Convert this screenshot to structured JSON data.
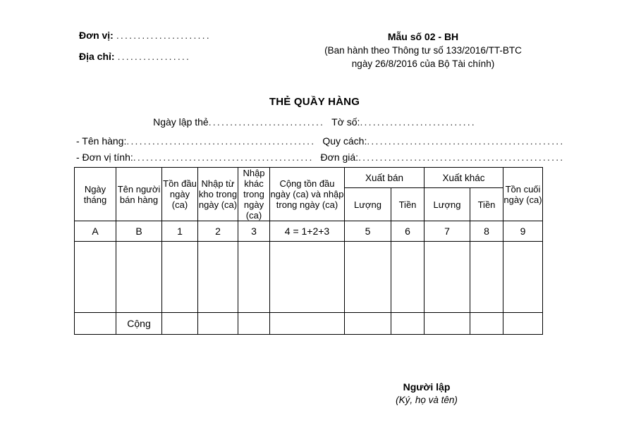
{
  "header": {
    "unit_label": "Đơn vị:",
    "unit_dots": "......................",
    "address_label": "Địa chỉ:",
    "address_dots": ".................",
    "form_code": "Mẫu số 02 - BH",
    "form_issue_line1": "(Ban hành theo Thông tư số 133/2016/TT-BTC",
    "form_issue_line2": "ngày 26/8/2016 của Bộ Tài chính)"
  },
  "title": {
    "main": "THẺ QUẦY HÀNG",
    "date_label": "Ngày lập thẻ",
    "date_dots": "...........................",
    "sheet_label": "Tờ số:",
    "sheet_dots": "...........................",
    "goods_label": "- Tên hàng:",
    "goods_dots": "............................................",
    "spec_label": "Quy cách:",
    "spec_dots": "..............................................",
    "unit_label": "- Đơn vị tính:",
    "unit_dots": "..........................................",
    "price_label": "Đơn giá:",
    "price_dots": "................................................"
  },
  "table": {
    "group_headers": {
      "sale_out": "Xuất bán",
      "other_out": "Xuất khác"
    },
    "columns": [
      {
        "key": "date",
        "label": "Ngày tháng",
        "ref": "A"
      },
      {
        "key": "seller",
        "label": "Tên người bán hàng",
        "ref": "B"
      },
      {
        "key": "open",
        "label": "Tồn đầu ngày (ca)",
        "ref": "1"
      },
      {
        "key": "in_wh",
        "label": "Nhập từ kho trong ngày (ca)",
        "ref": "2"
      },
      {
        "key": "in_other",
        "label": "Nhập khác trong ngày (ca)",
        "ref": "3"
      },
      {
        "key": "sum",
        "label": "Cộng tồn đầu ngày (ca) và nhập trong ngày (ca)",
        "ref": "4 = 1+2+3"
      },
      {
        "key": "sale_qty",
        "label": "Lượng",
        "ref": "5"
      },
      {
        "key": "sale_money",
        "label": "Tiền",
        "ref": "6"
      },
      {
        "key": "other_qty",
        "label": "Lượng",
        "ref": "7"
      },
      {
        "key": "other_money",
        "label": "Tiền",
        "ref": "8"
      },
      {
        "key": "close",
        "label": "Tồn cuối ngày (ca)",
        "ref": "9"
      }
    ],
    "body_rows": [
      [
        "",
        "",
        "",
        "",
        "",
        "",
        "",
        "",
        "",
        "",
        ""
      ]
    ],
    "total_row": {
      "label": "Cộng",
      "label_column_index": 1,
      "values": [
        "",
        "",
        "",
        "",
        "",
        "",
        "",
        "",
        "",
        "",
        ""
      ]
    }
  },
  "footer": {
    "signer_title": "Người lập",
    "signer_note": "(Ký, họ và tên)"
  }
}
